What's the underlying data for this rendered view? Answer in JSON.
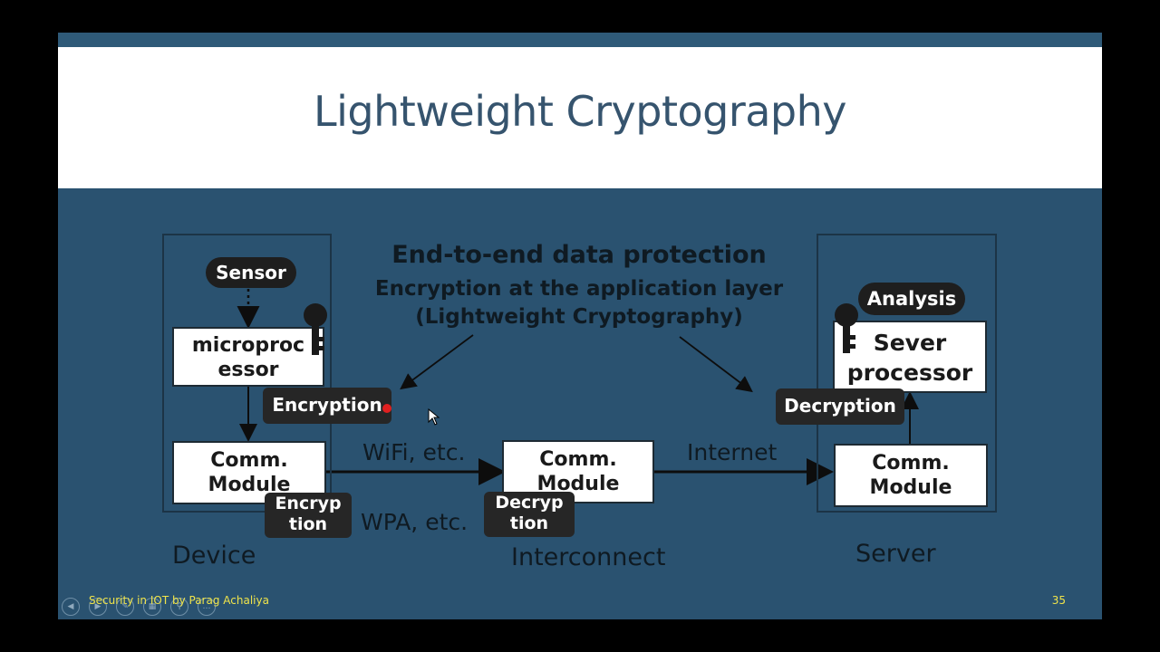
{
  "slide": {
    "title": "Lightweight Cryptography",
    "footer": "Security in IOT by Parag Achaliya",
    "page_number": "35"
  },
  "diagram": {
    "heading_line1": "End-to-end data protection",
    "heading_line2": "Encryption at the application layer",
    "heading_line3": "(Lightweight Cryptography)",
    "device": {
      "sensor": "Sensor",
      "microprocessor_line1": "microproc",
      "microprocessor_line2": "essor",
      "encryption": "Encryption",
      "comm_line1": "Comm.",
      "comm_line2": "Module",
      "encryp_line1": "Encryp",
      "encryp_line2": "tion",
      "label": "Device"
    },
    "interconnect": {
      "wifi": "WiFi, etc.",
      "wpa": "WPA, etc.",
      "comm_line1": "Comm.",
      "comm_line2": "Module",
      "decryp_line1": "Decryp",
      "decryp_line2": "tion",
      "internet": "Internet",
      "label": "Interconnect"
    },
    "server": {
      "analysis": "Analysis",
      "sever_line1": "Sever",
      "sever_line2": "processor",
      "decryption": "Decryption",
      "comm_line1": "Comm.",
      "comm_line2": "Module",
      "label": "Server"
    }
  },
  "nav_icons": [
    "prev-icon",
    "next-icon",
    "pen-icon",
    "slides-icon",
    "zoom-icon",
    "more-icon"
  ]
}
